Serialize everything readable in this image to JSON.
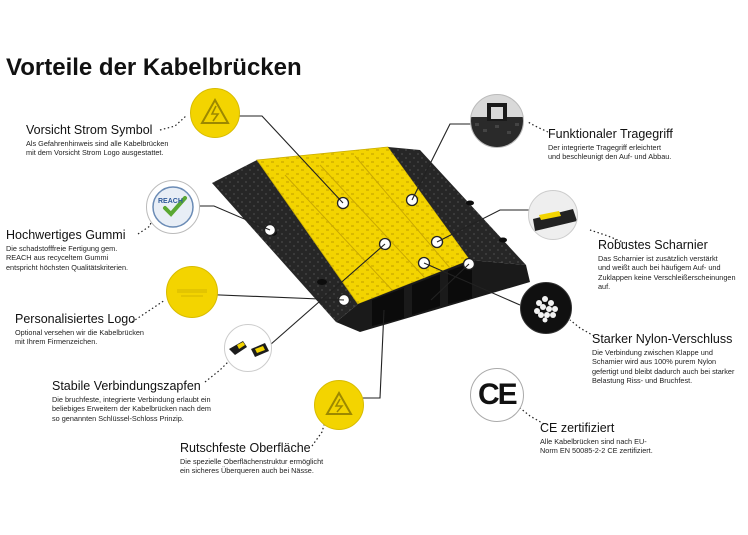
{
  "title": "Vorteile der Kabelbrücken",
  "features": [
    {
      "key": "strom",
      "title": "Vorsicht Strom Symbol",
      "lines": [
        "Als Gefahrenhinweis sind alle Kabelbrücken",
        "mit dem Vorsicht Strom Logo ausgestattet."
      ]
    },
    {
      "key": "gummi",
      "title": "Hochwertiges Gummi",
      "lines": [
        "Die schadstofffreie Fertigung gem.",
        "REACH aus recyceltem Gummi",
        "entspricht höchsten Qualitätskriterien."
      ]
    },
    {
      "key": "logo",
      "title": "Personalisiertes Logo",
      "lines": [
        "Optional versehen wir die Kabelbrücken",
        "mit Ihrem Firmenzeichen."
      ]
    },
    {
      "key": "zapfen",
      "title": "Stabile Verbindungszapfen",
      "lines": [
        "Die bruchfeste, integrierte Verbindung erlaubt ein",
        "beliebiges Erweitern der Kabelbrücken nach dem",
        "so genannten Schlüssel-Schloss Prinzip."
      ]
    },
    {
      "key": "rutsch",
      "title": "Rutschfeste Oberfläche",
      "lines": [
        "Die spezielle Oberflächenstruktur ermöglicht",
        "ein sicheres Überqueren auch bei Nässe."
      ]
    },
    {
      "key": "griff",
      "title": "Funktionaler Tragegriff",
      "lines": [
        "Der integrierte Tragegriff erleichtert",
        "und beschleunigt den Auf- und Abbau."
      ]
    },
    {
      "key": "scharnier",
      "title": "Robustes Scharnier",
      "lines": [
        "Das Scharnier ist zusätzlich verstärkt",
        "und weißt auch bei häufigem Auf- und",
        "Zuklappen keine Verschleißerscheinungen",
        "auf."
      ]
    },
    {
      "key": "nylon",
      "title": "Starker Nylon-Verschluss",
      "lines": [
        "Die Verbindung zwischen Klappe und",
        "Schamier wird aus 100% purem Nylon",
        "gefertigt und bleibt dadurch auch bei starker",
        "Belastung Riss- und Bruchfest."
      ]
    },
    {
      "key": "ce",
      "title": "CE zertifiziert",
      "lines": [
        "Alle Kabelbrücken sind nach EU-",
        "Norm EN 50085-2-2 CE zertifiziert."
      ]
    }
  ],
  "badges": {
    "reach": "REACH",
    "ce": "CE"
  },
  "colors": {
    "yellow": "#f5d800",
    "black": "#1c1c1c",
    "dark_gray": "#333333",
    "accent_green": "#5aa832"
  },
  "icons": [
    "warning-triangle-icon",
    "reach-check-icon",
    "ce-mark-icon"
  ]
}
